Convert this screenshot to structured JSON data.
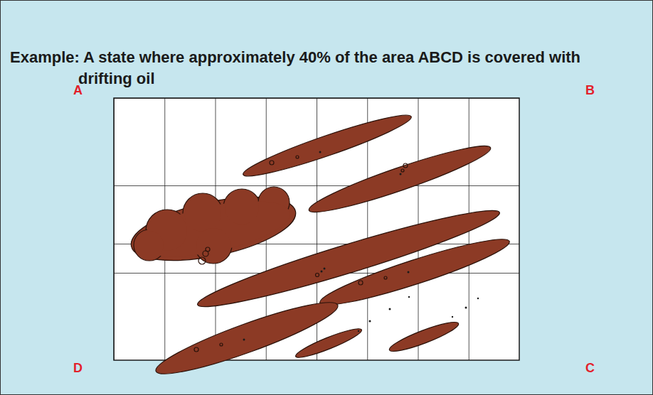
{
  "diagram": {
    "title": "Example: A state where approximately 40% of the area ABCD is covered with drifting oil",
    "labels": [
      "A",
      "B",
      "D",
      "C"
    ]
  }
}
